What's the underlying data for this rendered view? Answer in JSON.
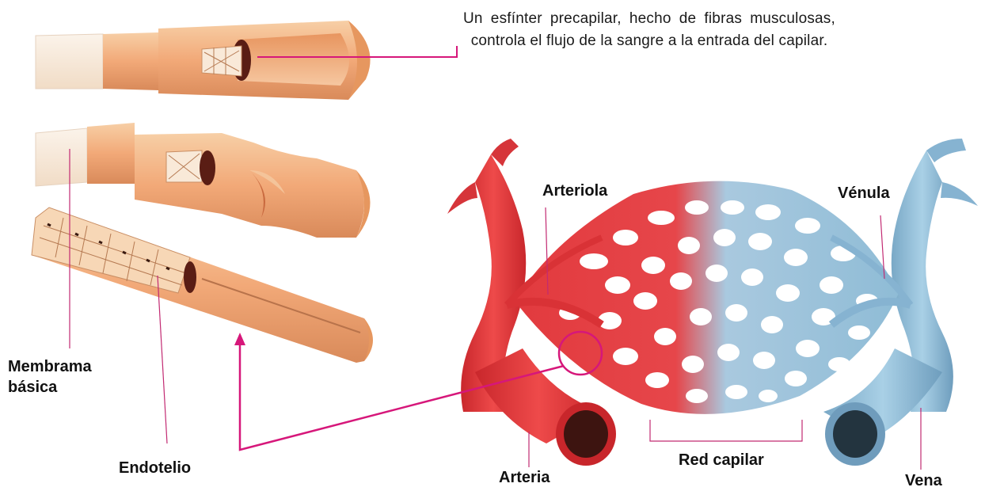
{
  "callout": {
    "text": "Un esfínter precapilar, hecho de fibras musculosas, controla el flujo de la sangre a la entrada del capilar."
  },
  "labels": {
    "membrana_line1": "Membrama",
    "membrana_line2": "básica",
    "endotelio": "Endotelio",
    "arteriola": "Arteriola",
    "venula": "Vénula",
    "arteria": "Arteria",
    "red_capilar": "Red capilar",
    "vena": "Vena"
  },
  "colors": {
    "leader": "#d6177a",
    "label_line": "#c22a72",
    "arterial": "#e0343a",
    "venous": "#8fbcd6",
    "vessel_tan": "#f0b383"
  }
}
